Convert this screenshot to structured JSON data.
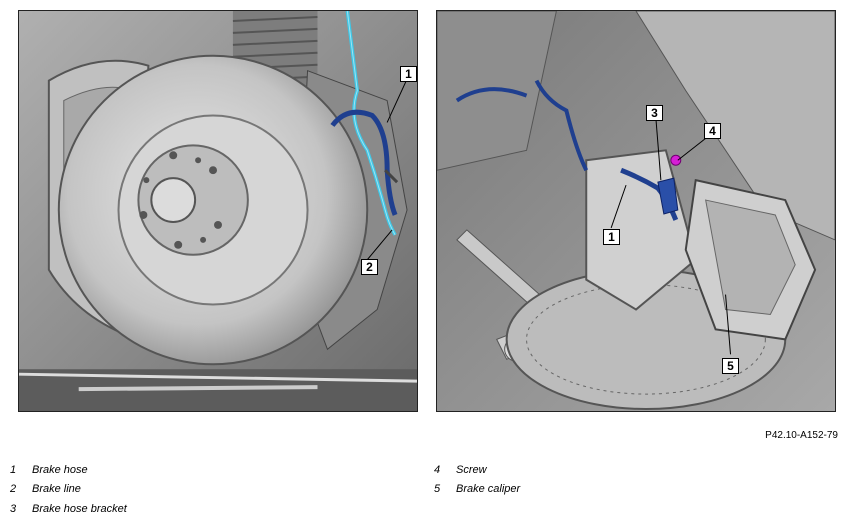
{
  "figure_id": "P42.10-A152-79",
  "callouts": {
    "left": [
      "1",
      "2"
    ],
    "right": [
      "3",
      "4",
      "1",
      "5"
    ]
  },
  "legend_left": [
    {
      "num": "1",
      "text": "Brake hose"
    },
    {
      "num": "2",
      "text": "Brake line"
    },
    {
      "num": "3",
      "text": "Brake hose bracket"
    }
  ],
  "legend_right": [
    {
      "num": "4",
      "text": "Screw"
    },
    {
      "num": "5",
      "text": "Brake caliper"
    }
  ],
  "colors": {
    "brake_hose": "#1f3f8f",
    "brake_line": "#3fc7e6",
    "screw_highlight": "#d61fd6"
  }
}
